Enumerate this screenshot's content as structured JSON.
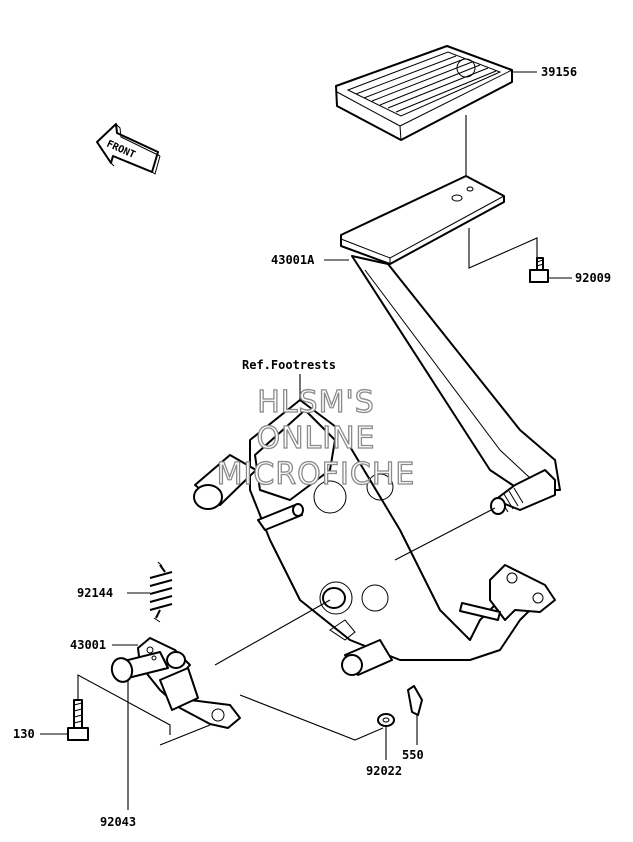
{
  "labels": {
    "footrest_pad": "39156",
    "pedal": "43001A",
    "bolt_upper": "92009",
    "ref_note": "Ref.Footrests",
    "spring": "92144",
    "lever": "43001",
    "bolt_lower": "130",
    "washer": "92022",
    "cotter_pin": "550",
    "pin": "92043"
  },
  "front_marker": "FRONT",
  "watermark": {
    "line1": "HLSM'S",
    "line2": "ONLINE",
    "line3": "MICROFICHE"
  }
}
